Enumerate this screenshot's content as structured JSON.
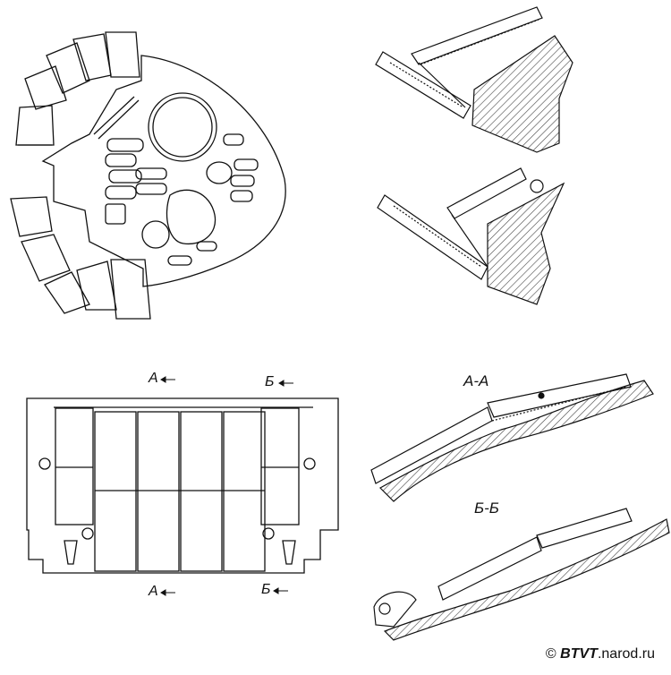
{
  "labels": {
    "section_a_top": "А",
    "section_b_top": "Б",
    "section_a_bottom": "А",
    "section_b_bottom": "Б",
    "section_aa": "А-А",
    "section_bb": "Б-Б"
  },
  "copyright": {
    "symbol": "©",
    "brand": "BTVT",
    "domain": ".narod.ru"
  },
  "colors": {
    "line": "#111111",
    "hatch": "#444444",
    "background": "#ffffff"
  }
}
